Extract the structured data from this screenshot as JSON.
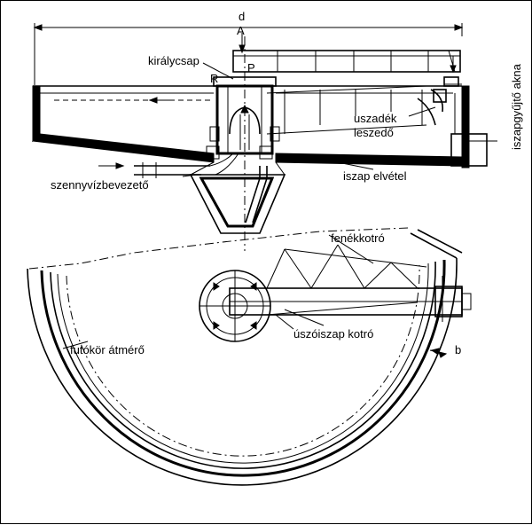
{
  "labels": {
    "d": "d",
    "A": "A",
    "kiralycsap": "királycsap",
    "R": "R",
    "P": "P",
    "uszadek1": "uszadék",
    "uszadek2": "leszedő",
    "iszapgyujto": "iszapgyűjtő akna",
    "szennyviz": "szennyvízbevezető",
    "iszap_elvetel": "iszap elvétel",
    "fenekkotro": "fenékkotró",
    "futokor": "futókör átmérő",
    "uszoiszap": "úszóiszap kotró",
    "b": "b"
  },
  "colors": {
    "line": "#000000",
    "background": "#ffffff"
  }
}
